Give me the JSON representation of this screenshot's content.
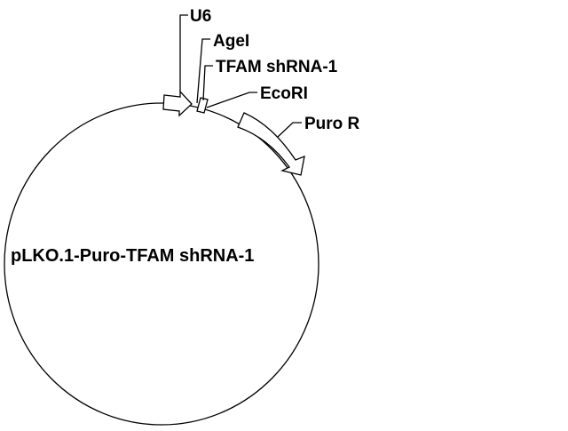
{
  "plasmid": {
    "name": "pLKO.1-Puro-TFAM shRNA-1"
  },
  "features": {
    "u6": "U6",
    "agei": "AgeI",
    "tfam_shrna": "TFAM shRNA-1",
    "ecori": "EcoRI",
    "puro_r": "Puro R"
  },
  "colors": {
    "line": "#000000",
    "background": "#ffffff"
  }
}
